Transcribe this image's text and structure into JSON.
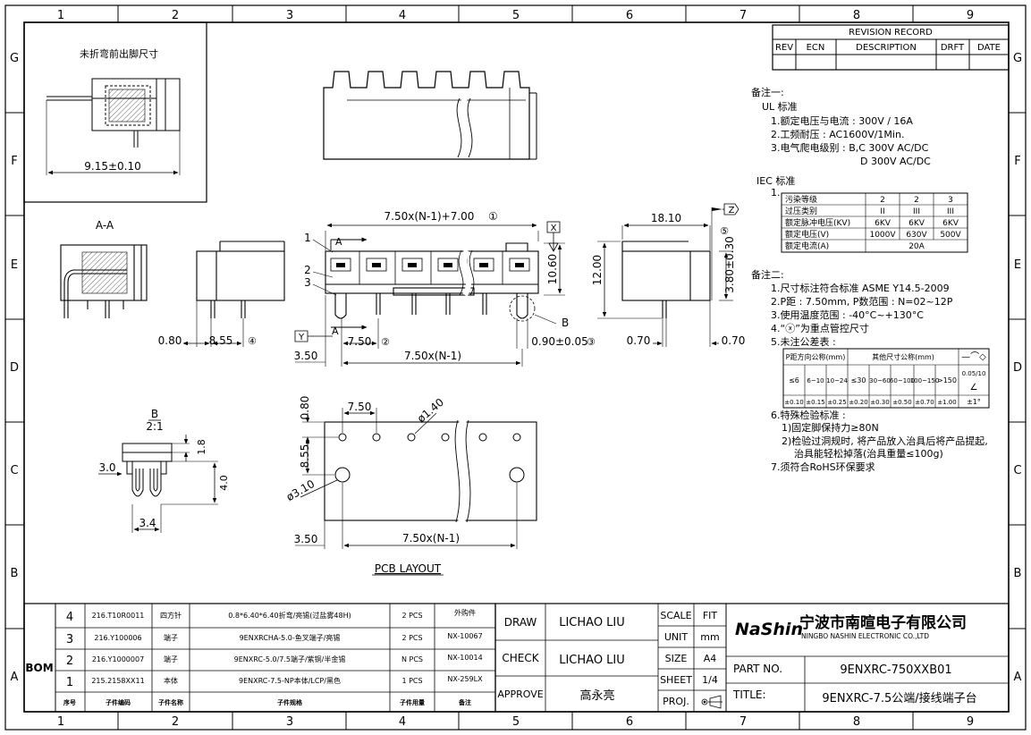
{
  "frame": {
    "col_labels": [
      "1",
      "2",
      "3",
      "4",
      "5",
      "6",
      "7",
      "8",
      "9"
    ],
    "row_labels": [
      "G",
      "F",
      "E",
      "D",
      "C",
      "B",
      "A"
    ]
  },
  "revision": {
    "title": "REVISION RECORD",
    "headers": [
      "REV",
      "ECN",
      "DESCRIPTION",
      "DRFT",
      "DATE"
    ]
  },
  "views": {
    "inset_title": "未折弯前出脚尺寸",
    "inset_dim": "9.15±0.10",
    "section_title": "A-A",
    "detail_title": "B",
    "detail_scale": "2:1",
    "pcb_title": "PCB LAYOUT"
  },
  "dims": {
    "overall": "7.50x(N-1)+7.00",
    "c1": "①",
    "c2": "②",
    "c3": "③",
    "c4": "④",
    "c5": "⑤",
    "d1060": "10.60",
    "d1200": "12.00",
    "d1810": "18.10",
    "d380": "3.80±0.30",
    "d080": "0.80",
    "d855": "8.55",
    "d750": "7.50",
    "d090": "0.90±0.05",
    "d070a": "0.70",
    "d070b": "0.70",
    "d350": "3.50",
    "pitch": "7.50x(N-1)",
    "lbl_a1": "A",
    "lbl_a2": "A",
    "lbl_b": "B",
    "lbl_x": "X",
    "lbl_y": "Y",
    "lbl_z": "Z",
    "call1": "1",
    "call2": "2",
    "call3": "3",
    "det18": "1.8",
    "det30": "3.0",
    "det40": "4.0",
    "det34": "3.4",
    "pcb080": "0.80",
    "pcb750": "7.50",
    "pcb140": "ø1.40",
    "pcb855": "8.55",
    "pcb310": "ø3.10",
    "pcb350": "3.50",
    "pcbpitch": "7.50x(N-1)"
  },
  "notes": {
    "head1": "备注一:",
    "ul_title": "UL 标准",
    "ul": [
      "1.额定电压与电流 : 300V / 16A",
      "2.工频耐压 : AC1600V/1Min.",
      "3.电气爬电级别 : B,C 300V AC/DC",
      "D 300V AC/DC"
    ],
    "iec_title": "IEC 标准",
    "iec_num": "1.",
    "iec_table": [
      [
        "污染等级",
        "2",
        "2",
        "3"
      ],
      [
        "过压类别",
        "II",
        "III",
        "III"
      ],
      [
        "额定脉冲电压(KV)",
        "6KV",
        "6KV",
        "6KV"
      ],
      [
        "额定电压(V)",
        "1000V",
        "630V",
        "500V"
      ],
      [
        "额定电流(A)",
        "20A"
      ]
    ],
    "head2": "备注二:",
    "items": [
      "1.尺寸标注符合标准 ASME Y14.5-2009",
      "2.P距 : 7.50mm, P数范围 : N=02~12P",
      "3.使用温度范围 : -40°C~+130°C",
      "4.“ⓧ”为重点管控尺寸",
      "5.未注公差表 :"
    ],
    "tol": {
      "h1": "P距方向公称(mm)",
      "h2": "其他尺寸公称(mm)",
      "r1": [
        "≤6",
        "6~10",
        "10~24",
        "≤30",
        "30~60",
        "60~100",
        "100~150",
        ">150",
        "0.05/10"
      ],
      "r2": [
        "±0.10",
        "±0.15",
        "±0.25",
        "±0.20",
        "±0.30",
        "±0.50",
        "±0.70",
        "±1.00",
        "±1°"
      ]
    },
    "items2": [
      "6.特殊检验标准 :",
      "1)固定脚保持力≥80N",
      "2)检验过洞规时, 将产品放入治具后将产品提起,",
      "治具能轻松掉落(治具重量≤100g)",
      "7.须符合RoHS环保要求"
    ]
  },
  "bom": {
    "label": "BOM",
    "rows": [
      {
        "no": "4",
        "code": "216.T10R0011",
        "name": "四方针",
        "desc": "0.8*6.40*6.40折弯/亮锡(过盐雾48H)",
        "qty": "2 PCS",
        "part": "外购件"
      },
      {
        "no": "3",
        "code": "216.Y100006",
        "name": "端子",
        "desc": "9ENXRCHA-5.0-鱼叉端子/亮锡",
        "qty": "2 PCS",
        "part": "NX-10067"
      },
      {
        "no": "2",
        "code": "216.Y1000007",
        "name": "端子",
        "desc": "9ENXRC-5.0/7.5端子/紫铜/半金锡",
        "qty": "N PCS",
        "part": "NX-10014"
      },
      {
        "no": "1",
        "code": "215.2158XX11",
        "name": "本体",
        "desc": "9ENXRC-7.5-NP本体/LCP/黑色",
        "qty": "1 PCS",
        "part": "NX-259LX"
      }
    ],
    "header": [
      "序号",
      "子件编码",
      "子件名称",
      "子件规格",
      "子件用量",
      "备注"
    ]
  },
  "title": {
    "draw_label": "DRAW",
    "draw": "LICHAO LIU",
    "check_label": "CHECK",
    "check": "LICHAO LIU",
    "approve_label": "APPROVE",
    "approve": "高永亮",
    "scale_label": "SCALE",
    "scale": "FIT",
    "unit_label": "UNIT",
    "unit": "mm",
    "size_label": "SIZE",
    "size": "A4",
    "sheet_label": "SHEET",
    "sheet": "1/4",
    "proj_label": "PROJ.",
    "brand": "NaShin",
    "company_cn": "宁波市南暄电子有限公司",
    "company_en": "NINGBO NASHIN ELECTRONIC CO.,LTD",
    "part_label": "PART NO.",
    "part_no": "9ENXRC-750XXB01",
    "title_label": "TITLE:",
    "title_value": "9ENXRC-7.5公端/接线端子台"
  },
  "colors": {
    "brand": "#d92020",
    "ink": "#000000"
  }
}
